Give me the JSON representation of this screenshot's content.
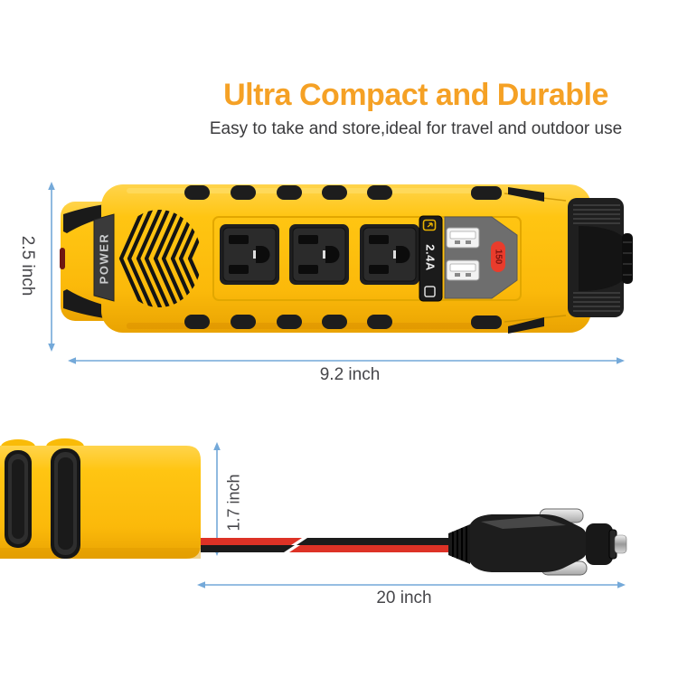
{
  "header": {
    "title": "Ultra Compact and Durable",
    "subtitle": "Easy to take and store,ideal for travel and outdoor use"
  },
  "top_view": {
    "power_label": "POWER",
    "usb": {
      "amperage_label": "2.4A",
      "port_count": 2
    },
    "watt_badge_label": "150",
    "ac_outlet_count": 3
  },
  "dimensions": {
    "device_height": "2.5 inch",
    "device_length": "9.2 inch",
    "device_depth": "1.7 inch",
    "cable_length": "20 inch"
  },
  "icons": {
    "phone_charge_icon": "small rounded square with charge arrow (yellow outline)",
    "device_icon": "small rounded square outline (white)",
    "vent_grille": "left-pointing chevron vent stripes",
    "usb_port_icon": "white USB-A receptacle",
    "dimension_arrow": "blue double-headed measuring arrow"
  },
  "colors": {
    "accent_orange": "#F5A125",
    "body_yellow": "#FFC30E",
    "yellow_shadow": "#E9A302",
    "dimension_blue": "#74A9D9",
    "badge_red": "#E93C2C",
    "cable_red": "#DD3226",
    "hardware_black": "#1E1E1E",
    "panel_gray": "#6E6E6E",
    "text_gray": "#46464A"
  }
}
